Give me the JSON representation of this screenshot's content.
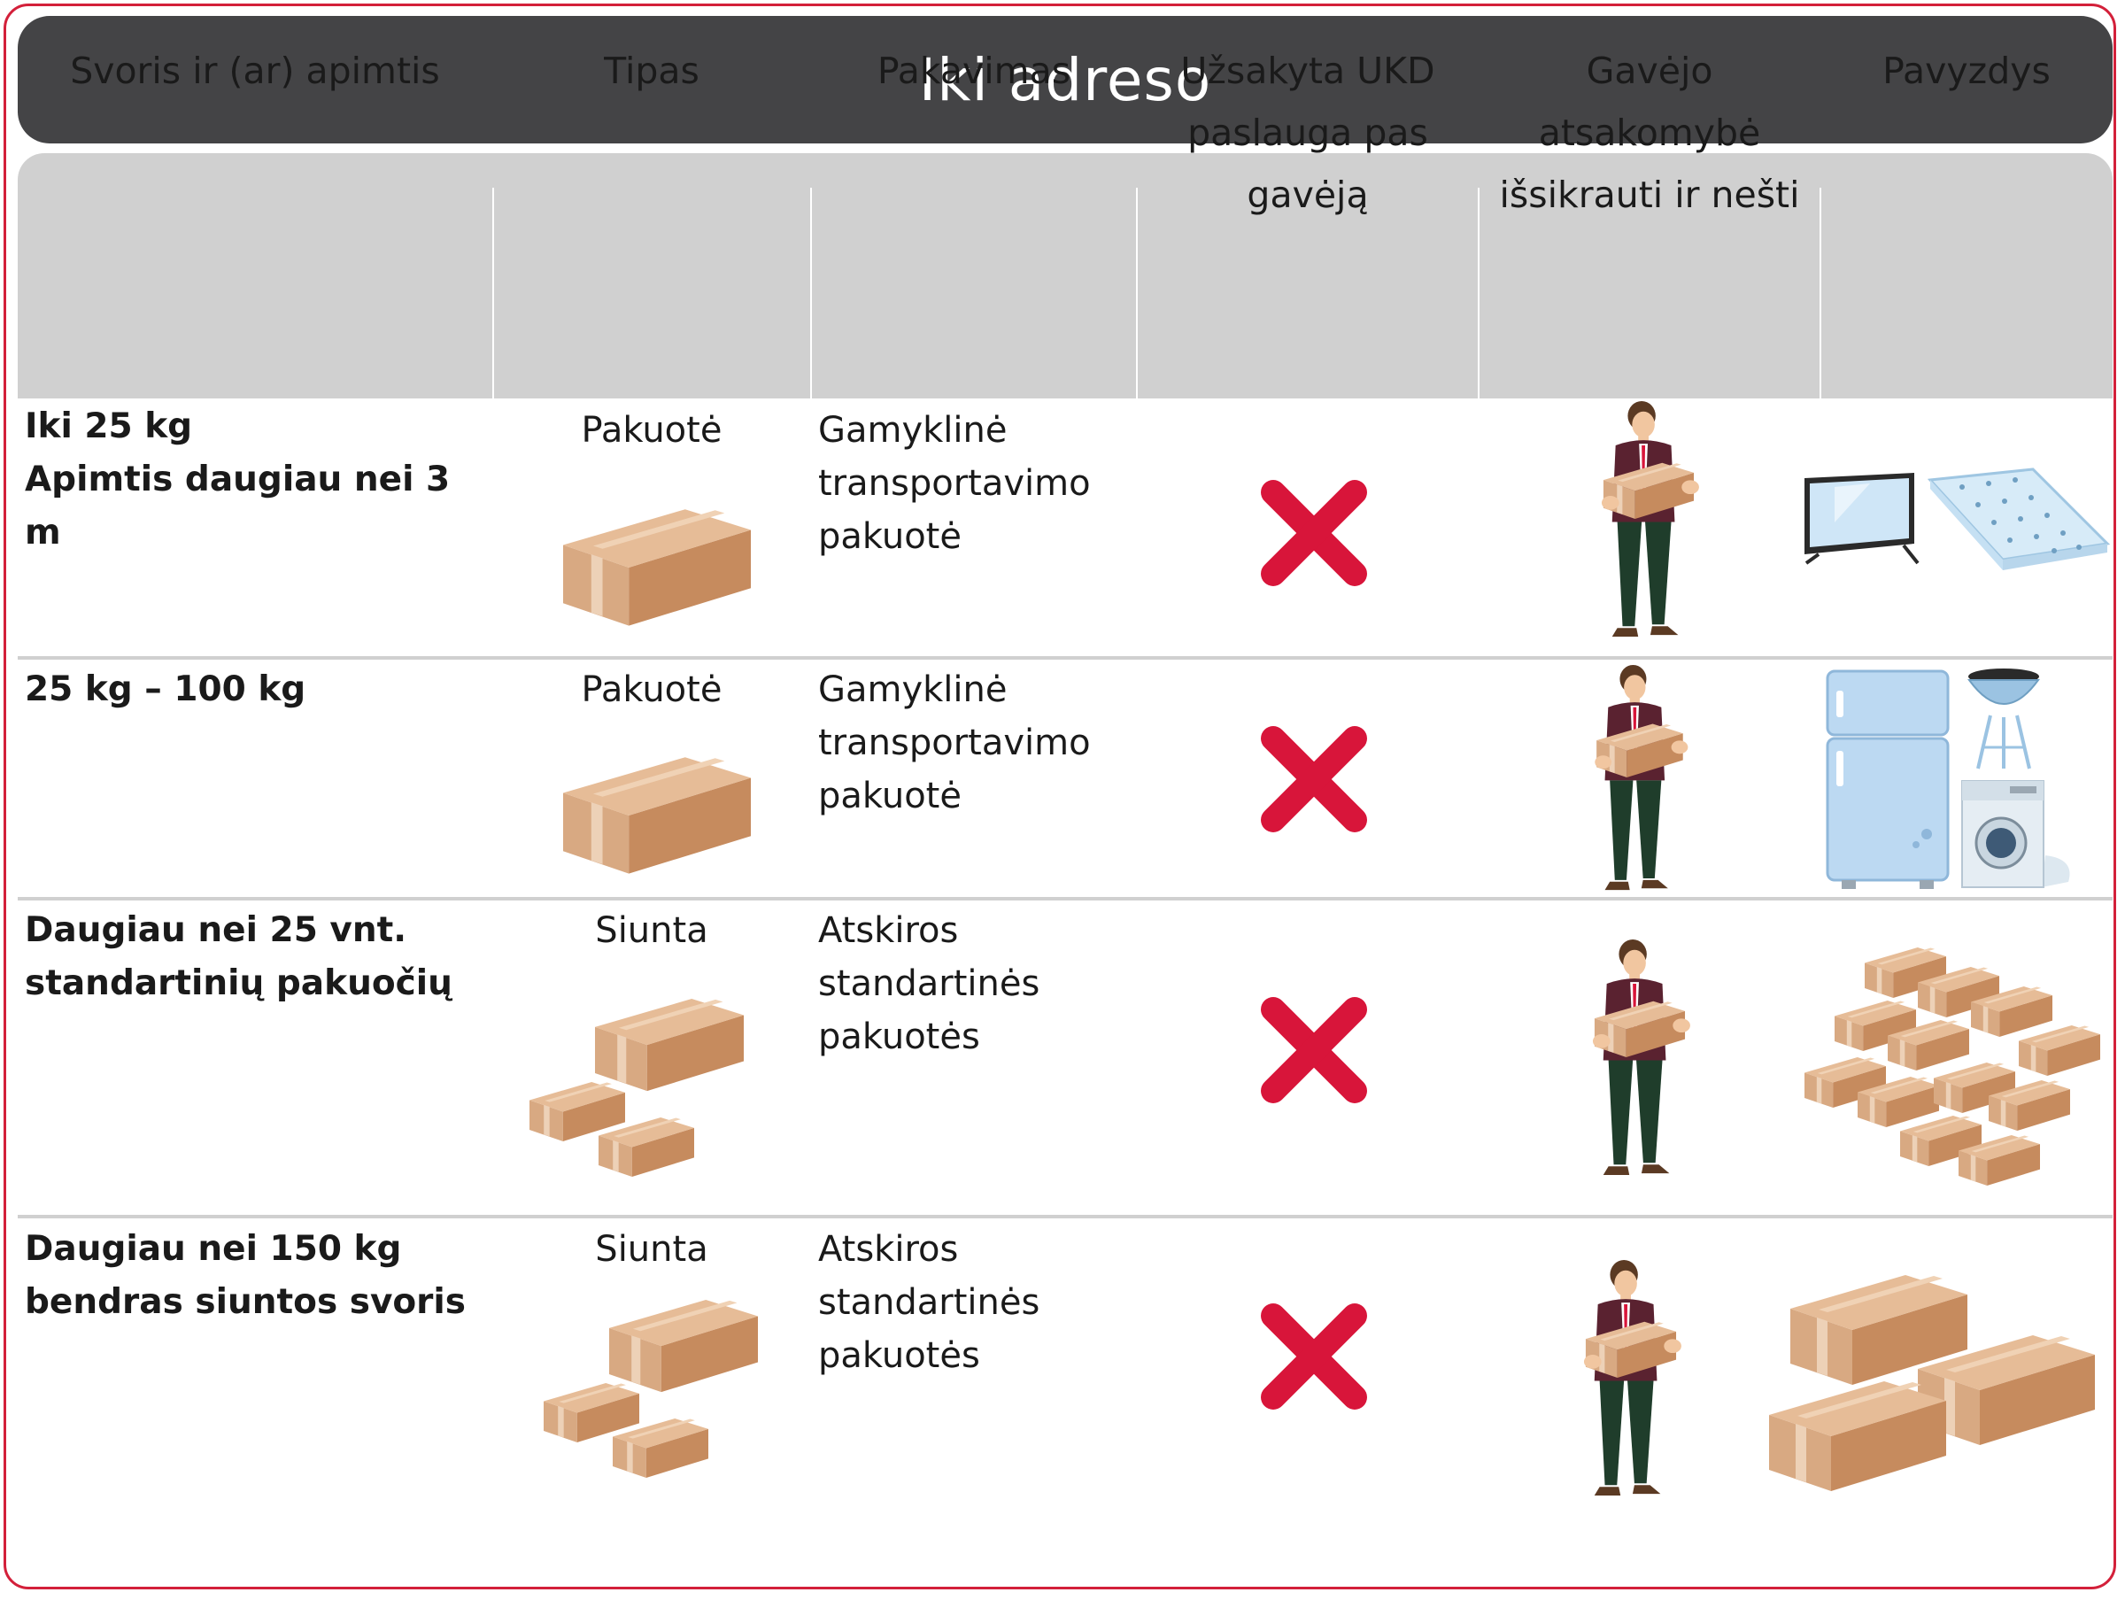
{
  "title": "Iki adreso",
  "columns": [
    "Svoris ir (ar) apimtis",
    "Tipas",
    "Pakavimas",
    "Užsakyta UKD paslauga pas gavėją",
    "Gavėjo atsakomybė išsikrauti ir nešti",
    "Pavyzdys"
  ],
  "rows": [
    {
      "weight": "Iki 25 kg\nApimtis daugiau nei 3 m",
      "type": "Pakuotė",
      "packing": "Gamyklinė\ntransportavimo\npakuotė",
      "ukd_icon": "red-x-icon",
      "responsibility_icon": "man-carrying-box-icon",
      "example_icons": [
        "tv-icon",
        "mattress-icon"
      ]
    },
    {
      "weight": "25 kg – 100 kg",
      "type": "Pakuotė",
      "packing": "Gamyklinė\ntransportavimo\npakuotė",
      "ukd_icon": "red-x-icon",
      "responsibility_icon": "man-carrying-box-icon",
      "example_icons": [
        "fridge-icon",
        "grill-icon",
        "washing-machine-icon"
      ]
    },
    {
      "weight": "Daugiau nei 25 vnt.\nstandartinių pakuočių",
      "type": "Siunta",
      "packing": "Atskiros\nstandartinės\npakuotės",
      "ukd_icon": "red-x-icon",
      "responsibility_icon": "man-carrying-box-icon",
      "example_icons": [
        "many-boxes-icon"
      ]
    },
    {
      "weight": "Daugiau nei 150 kg\nbendras siuntos svoris",
      "type": "Siunta",
      "packing": "Atskiros\nstandartinės\npakuotės",
      "ukd_icon": "red-x-icon",
      "responsibility_icon": "man-carrying-box-icon",
      "example_icons": [
        "large-boxes-icon"
      ]
    }
  ],
  "colors": {
    "frame": "#d3203a",
    "title_bg": "#444446",
    "header_bg": "#d0d0d0",
    "x_mark": "#d8153a",
    "box": "#d8a982",
    "box_dark": "#c68b5e"
  }
}
